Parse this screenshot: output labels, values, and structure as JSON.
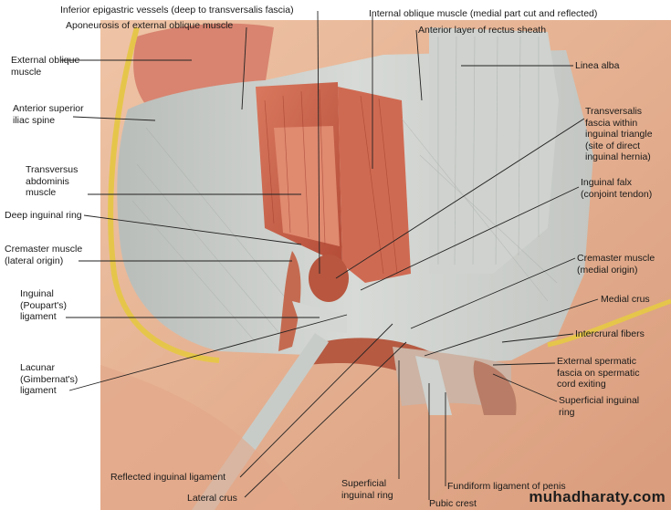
{
  "labels": {
    "inferior_epigastric": "Inferior epigastric vessels (deep to transversalis fascia)",
    "aponeurosis_external_oblique": "Aponeurosis of external oblique muscle",
    "external_oblique": "External oblique\nmuscle",
    "anterior_superior_iliac_spine": "Anterior superior\niliac spine",
    "transversus_abdominis": "Transversus\nabdominis\nmuscle",
    "deep_inguinal_ring": "Deep inguinal ring",
    "cremaster_lateral": "Cremaster muscle\n(lateral origin)",
    "inguinal_ligament": "Inguinal\n(Poupart's)\nligament",
    "lacunar_ligament": "Lacunar\n(Gimbernat's)\nligament",
    "reflected_inguinal_ligament": "Reflected inguinal ligament",
    "lateral_crus": "Lateral crus",
    "superficial_inguinal_ring_bottom": "Superficial\ninguinal ring",
    "pubic_crest": "Pubic crest",
    "fundiform_ligament": "Fundiform ligament of penis",
    "internal_oblique": "Internal oblique muscle (medial part cut and reflected)",
    "anterior_rectus_sheath": "Anterior layer of rectus sheath",
    "linea_alba": "Linea alba",
    "transversalis_fascia": "Transversalis\nfascia within\ninguinal triangle\n(site of direct\ninguinal hernia)",
    "inguinal_falx": "Inguinal falx\n(conjoint tendon)",
    "cremaster_medial": "Cremaster muscle\n(medial origin)",
    "medial_crus": "Medial crus",
    "intercrural_fibers": "Intercrural fibers",
    "external_spermatic_fascia": "External spermatic\nfascia on spermatic\ncord exiting",
    "superficial_inguinal_ring_right": "Superficial inguinal\nring"
  },
  "watermark": "muhadharaty.com",
  "colors": {
    "skin": "#e8b89a",
    "fascia": "#c9ccc9",
    "muscle": "#c8614a",
    "muscle_light": "#e08a70",
    "yellow_edge": "#e6c64a"
  }
}
